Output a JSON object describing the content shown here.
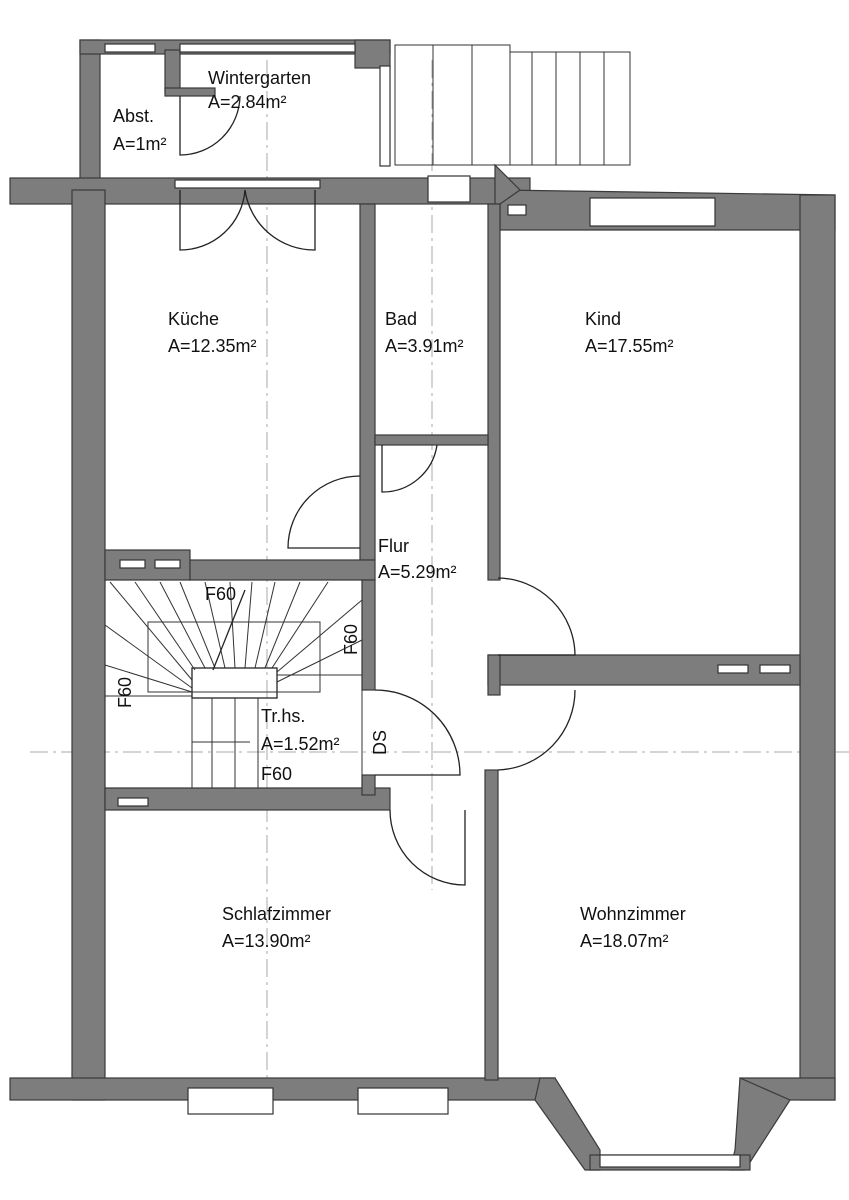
{
  "rooms": [
    {
      "name": "Wintergarten",
      "area": "A=2.84m²"
    },
    {
      "name": "Abst.",
      "area": "A=1m²"
    },
    {
      "name": "Küche",
      "area": "A=12.35m²"
    },
    {
      "name": "Bad",
      "area": "A=3.91m²"
    },
    {
      "name": "Kind",
      "area": "A=17.55m²"
    },
    {
      "name": "Flur",
      "area": "A=5.29m²"
    },
    {
      "name": "Tr.hs.",
      "area": "A=1.52m²"
    },
    {
      "name": "Schlafzimmer",
      "area": "A=13.90m²"
    },
    {
      "name": "Wohnzimmer",
      "area": "A=18.07m²"
    }
  ],
  "annotations": {
    "fire_rating": "F60",
    "ds": "DS"
  },
  "colors": {
    "wall": "#7d7d7d",
    "line": "#222222"
  }
}
